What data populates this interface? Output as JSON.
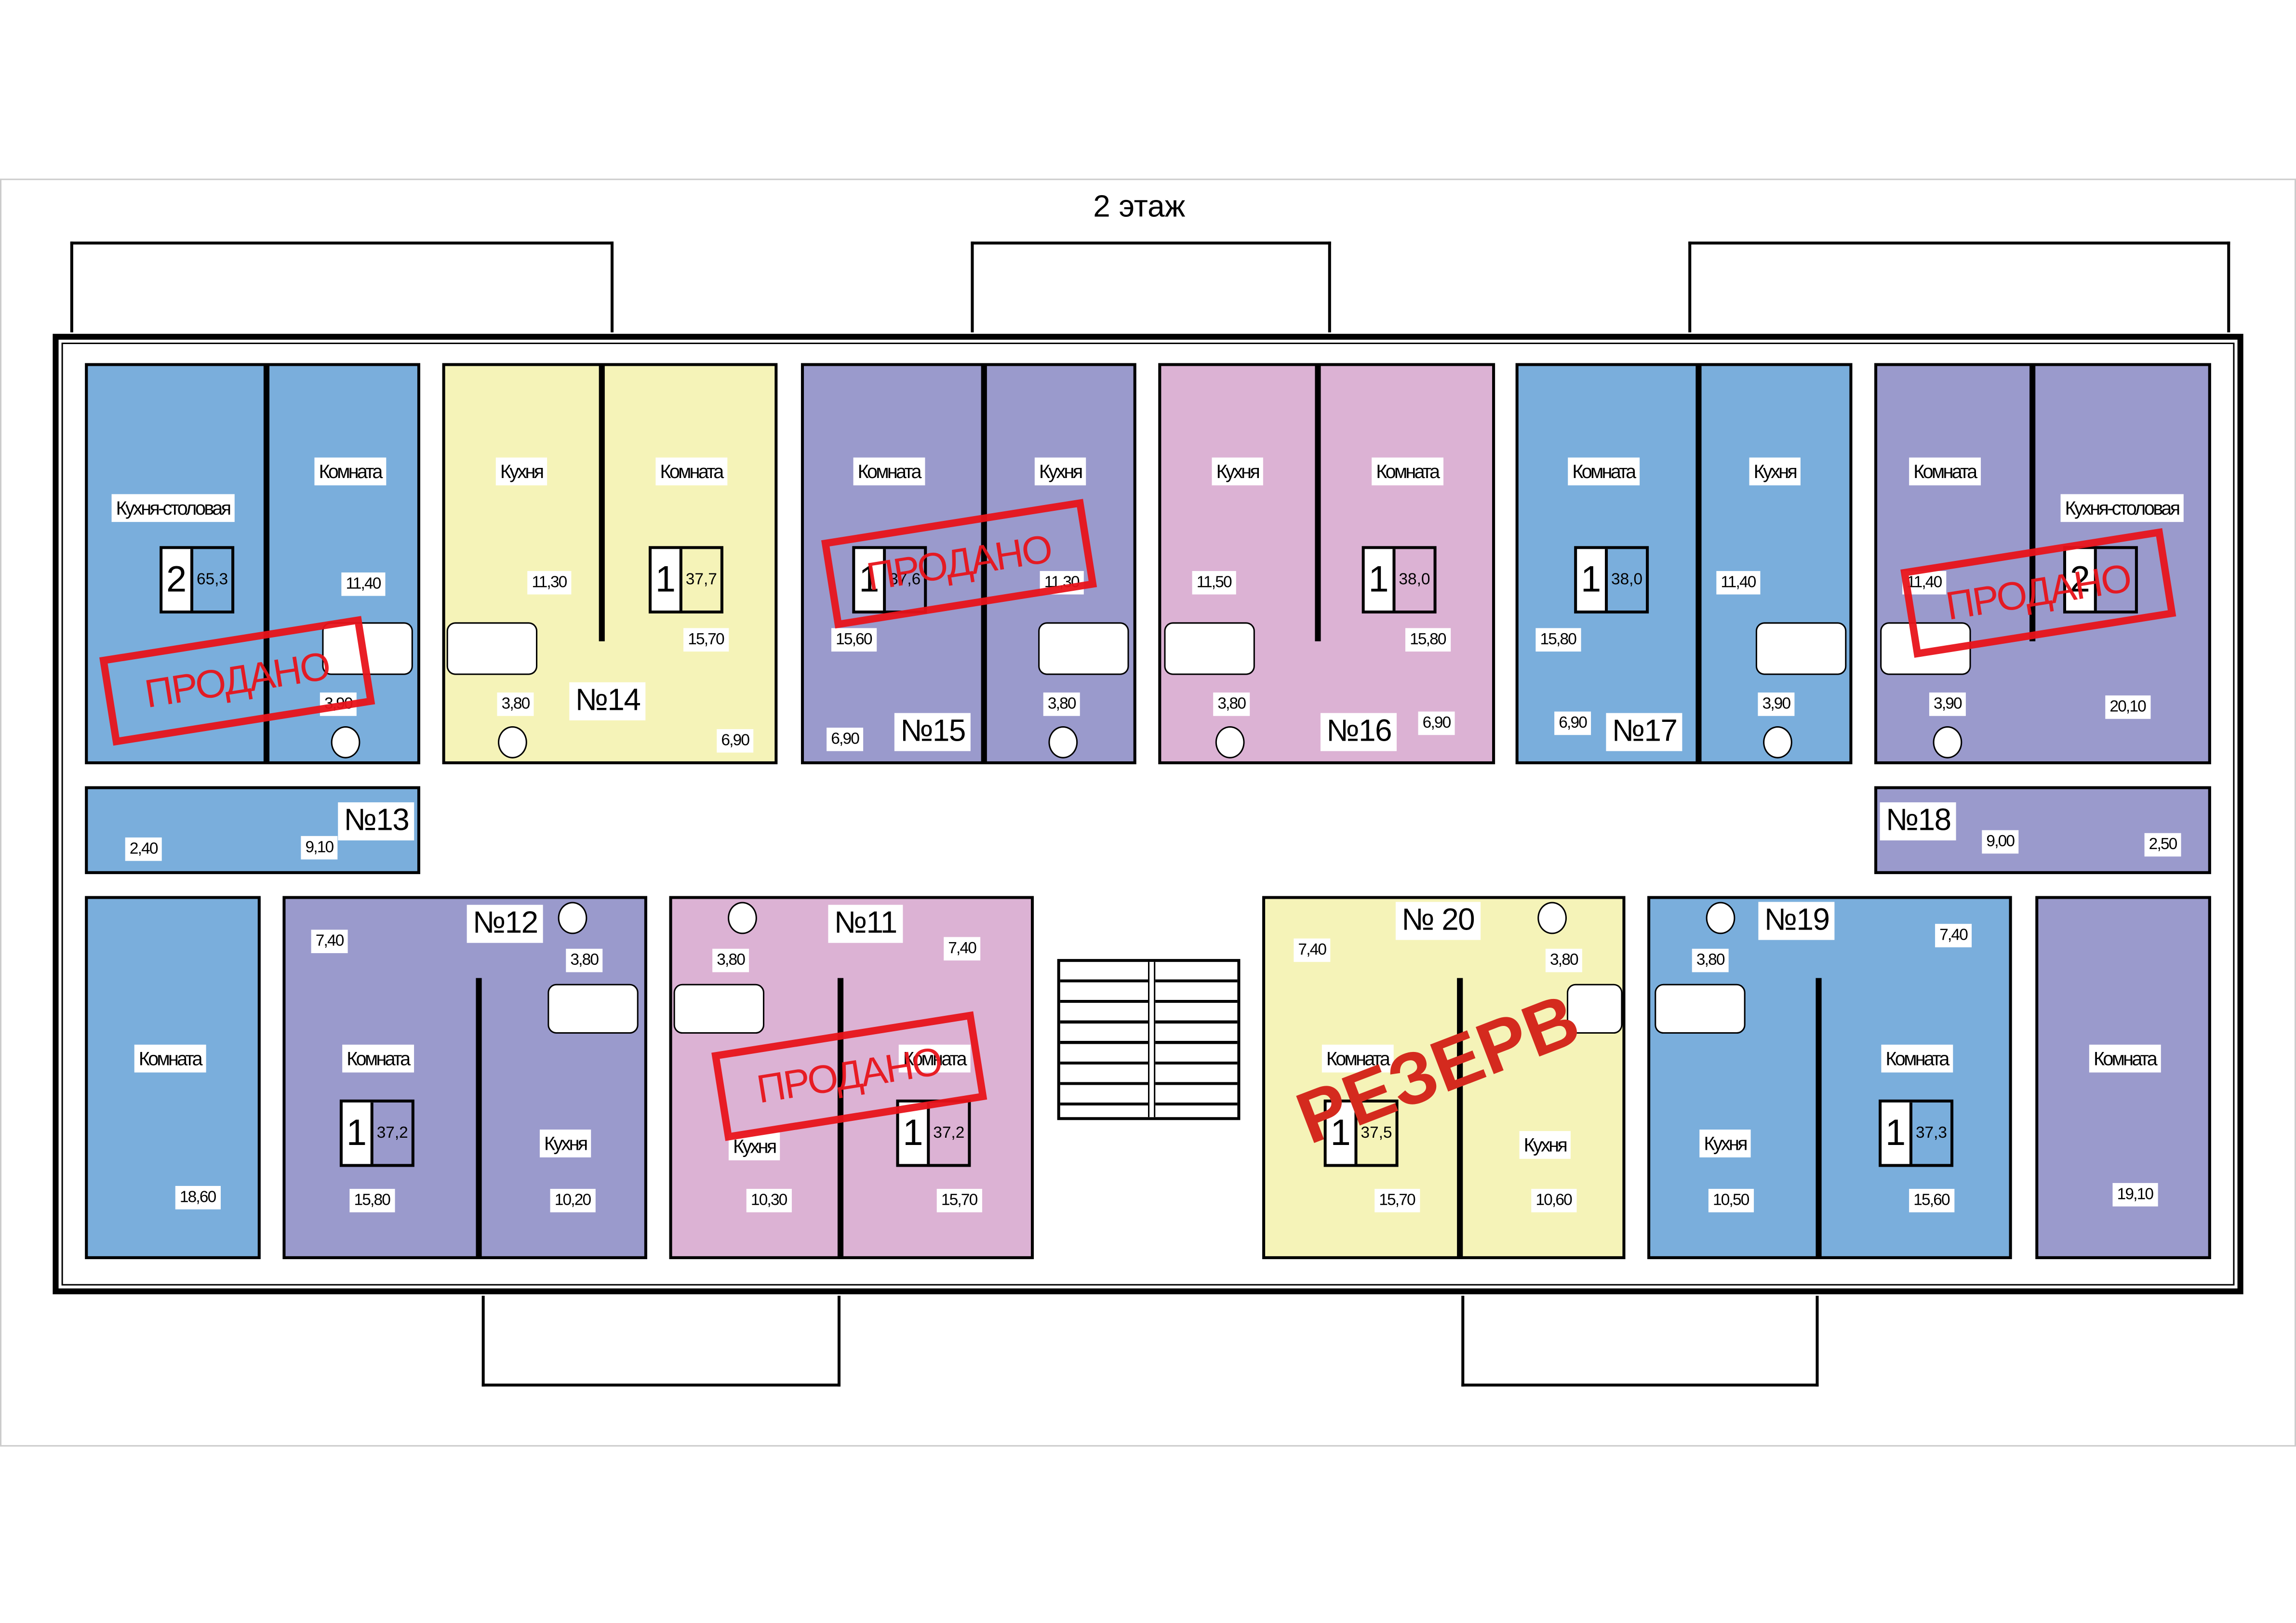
{
  "floor_title": "2 этаж",
  "colors": {
    "blue": "#7aaedc",
    "yellow": "#f5f3b8",
    "purple": "#9a9acc",
    "pink": "#dcb2d4",
    "stamp_red": "#e8141b"
  },
  "apartments": {
    "a13": {
      "number": "№13",
      "rooms": "2",
      "total_area": "65,3",
      "status": "ПРОДАНО",
      "color": "#7aaedc",
      "labels": [
        "Кухня-столовая",
        "Комната",
        "11,40",
        "3,90",
        "2,40",
        "9,10",
        "Комната",
        "18,60"
      ]
    },
    "a14": {
      "number": "№14",
      "rooms": "1",
      "total_area": "37,7",
      "color": "#f5f3b8",
      "labels": [
        "Кухня",
        "Комната",
        "11,30",
        "15,70",
        "3,80",
        "6,90"
      ]
    },
    "a15": {
      "number": "№15",
      "rooms": "1",
      "total_area": "37,6",
      "status": "ПРОДАНО",
      "color": "#9a9acc",
      "labels": [
        "Комната",
        "Кухня",
        "11,30",
        "15,60",
        "3,80",
        "6,90"
      ]
    },
    "a16": {
      "number": "№16",
      "rooms": "1",
      "total_area": "38,0",
      "color": "#dcb2d4",
      "labels": [
        "Кухня",
        "Комната",
        "11,50",
        "15,80",
        "3,80",
        "6,90"
      ]
    },
    "a17": {
      "number": "№17",
      "rooms": "1",
      "total_area": "38,0",
      "color": "#7aaedc",
      "labels": [
        "Комната",
        "Кухня",
        "11,40",
        "15,80",
        "6,90",
        "3,90"
      ]
    },
    "a18": {
      "number": "№18",
      "rooms": "2",
      "status": "ПРОДАНО",
      "color": "#9a9acc",
      "labels": [
        "Комната",
        "Кухня-столовая",
        "11,40",
        "3,90",
        "20,10",
        "9,00",
        "2,50",
        "Комната",
        "19,10"
      ]
    },
    "a12": {
      "number": "№12",
      "rooms": "1",
      "total_area": "37,2",
      "color": "#9a9acc",
      "labels": [
        "7,40",
        "3,80",
        "Комната",
        "15,80",
        "Кухня",
        "10,20"
      ]
    },
    "a11": {
      "number": "№11",
      "rooms": "1",
      "total_area": "37,2",
      "status": "ПРОДАНО",
      "color": "#dcb2d4",
      "labels": [
        "3,80",
        "7,40",
        "Комната",
        "Кухня",
        "10,30",
        "15,70"
      ]
    },
    "a20": {
      "number": "№ 20",
      "rooms": "1",
      "total_area": "37,5",
      "status": "РЕЗЕРВ",
      "color": "#f5f3b8",
      "labels": [
        "7,40",
        "3,80",
        "Комната",
        "Кухня",
        "15,70",
        "10,60"
      ]
    },
    "a19": {
      "number": "№19",
      "rooms": "1",
      "total_area": "37,3",
      "color": "#7aaedc",
      "labels": [
        "3,80",
        "7,40",
        "Комната",
        "Кухня",
        "10,50",
        "15,60"
      ]
    }
  }
}
